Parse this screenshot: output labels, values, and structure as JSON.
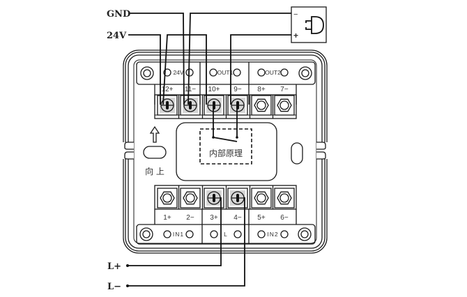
{
  "external_labels": {
    "gnd": "GND",
    "v24": "24V",
    "l_plus": "L+",
    "l_minus": "L−"
  },
  "buzzer": {
    "minus": "−",
    "plus": "+",
    "icon": "buzzer-icon"
  },
  "top_groups": [
    {
      "label": "24V"
    },
    {
      "label": "OUT1"
    },
    {
      "label": "OUT2"
    }
  ],
  "top_terminals": [
    {
      "label": "12+",
      "type": "screw",
      "wired": true
    },
    {
      "label": "11−",
      "type": "screw",
      "wired": true
    },
    {
      "label": "10+",
      "type": "screw",
      "wired": true
    },
    {
      "label": "9−",
      "type": "screw",
      "wired": true
    },
    {
      "label": "8+",
      "type": "hex",
      "wired": false
    },
    {
      "label": "7−",
      "type": "hex",
      "wired": false
    }
  ],
  "bottom_terminals": [
    {
      "label": "1+",
      "type": "hex",
      "wired": false
    },
    {
      "label": "2−",
      "type": "hex",
      "wired": false
    },
    {
      "label": "3+",
      "type": "screw",
      "wired": true
    },
    {
      "label": "4−",
      "type": "screw",
      "wired": true
    },
    {
      "label": "5+",
      "type": "hex",
      "wired": false
    },
    {
      "label": "6−",
      "type": "hex",
      "wired": false
    }
  ],
  "bottom_groups": [
    {
      "label": "IN1"
    },
    {
      "label": "L"
    },
    {
      "label": "IN2"
    }
  ],
  "internal_box_label": "内部原理",
  "orientation_label": "向 上",
  "orientation_icon": "arrow-up-icon"
}
